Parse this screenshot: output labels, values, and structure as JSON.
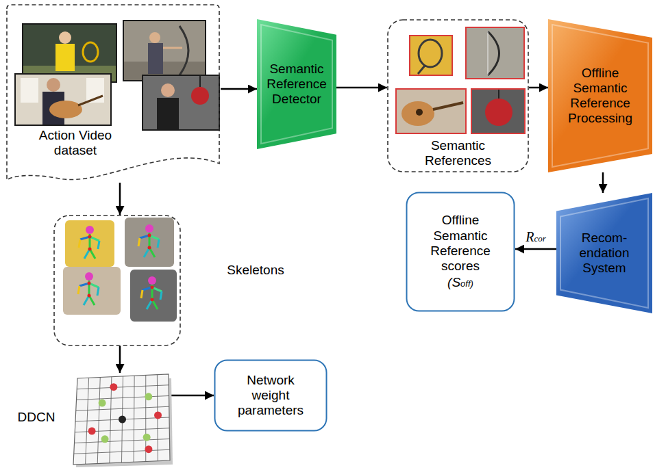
{
  "diagram": {
    "nodes": [
      {
        "text": [
          "Action Video dataset"
        ]
      },
      {
        "text": [
          "Semantic Reference Detector"
        ]
      },
      {
        "text": [
          "Semantic References"
        ]
      },
      {
        "text": [
          "Offline Semantic Reference Processing"
        ]
      },
      {
        "text": [
          "Recom- endation System"
        ]
      },
      {
        "text": [
          "Offline Semantic Reference scores",
          "(Soff)"
        ]
      },
      {
        "text": [
          "Skeletons"
        ]
      },
      {
        "text": [
          "DDCN"
        ]
      },
      {
        "text": [
          "Network weight parameters"
        ]
      }
    ],
    "edges": [
      {
        "from": 0,
        "to": 1,
        "arrow": "to"
      },
      {
        "from": 1,
        "to": 2,
        "arrow": "to"
      },
      {
        "from": 2,
        "to": 3,
        "arrow": "to"
      },
      {
        "from": 3,
        "to": 4,
        "arrow": "to"
      },
      {
        "from": 4,
        "to": 5,
        "arrow": "to",
        "label": "Rcor"
      },
      {
        "from": 0,
        "to": 6,
        "arrow": "to"
      },
      {
        "from": 6,
        "to": 7,
        "arrow": "to"
      },
      {
        "from": 7,
        "to": 8,
        "arrow": "to"
      }
    ]
  }
}
